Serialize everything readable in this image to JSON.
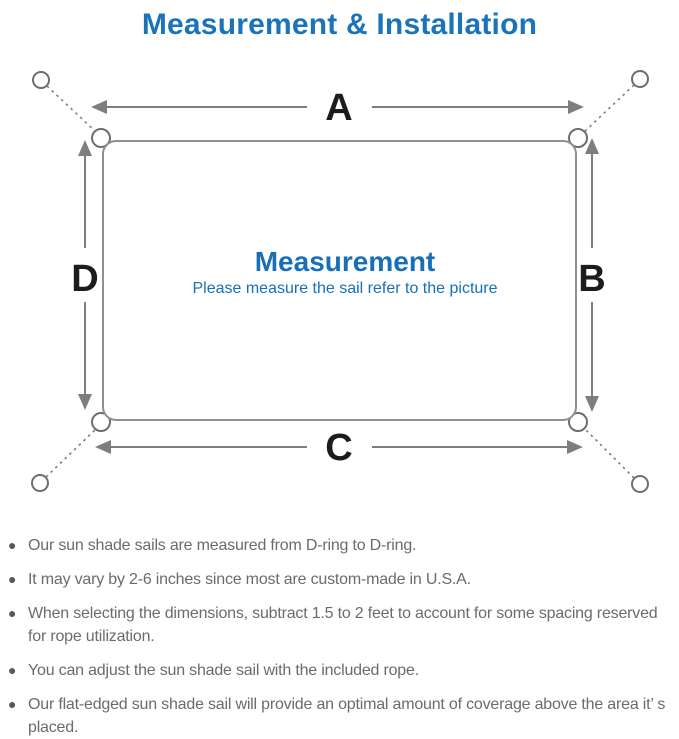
{
  "title": "Measurement & Installation",
  "colors": {
    "title_blue": "#1b74ba",
    "center_blue": "#176fb8",
    "diagram_line_gray": "#7e7e7e",
    "sail_outline_gray": "#8f8f8f",
    "dim_label_black": "#1c1c1c",
    "note_text_gray": "#6b6b6b"
  },
  "diagram": {
    "labels": {
      "top": "A",
      "right": "B",
      "bottom": "C",
      "left": "D"
    },
    "center_title": "Measurement",
    "center_subtitle": "Please measure the sail refer to the picture"
  },
  "notes": {
    "bullet_icon": "●",
    "items": [
      "Our sun shade sails are measured from D-ring to D-ring.",
      "It may vary by 2-6 inches since most are custom-made in U.S.A.",
      "When selecting the dimensions, subtract 1.5 to 2 feet to account for some spacing reserved for rope utilization.",
      "You can adjust the sun shade sail with the included rope.",
      "Our flat-edged sun shade sail will provide an optimal amount of coverage above the area it’ s placed."
    ]
  }
}
